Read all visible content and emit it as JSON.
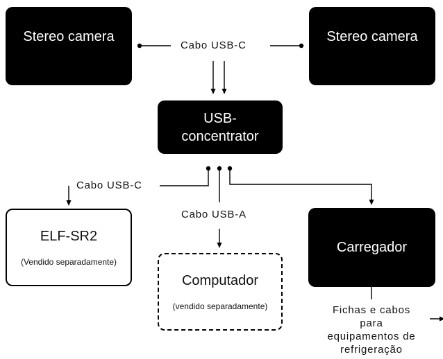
{
  "nodes": {
    "stereo_left": "Stereo camera",
    "stereo_right": "Stereo camera",
    "hub_line1": "USB-",
    "hub_line2": "concentrator",
    "elf_title": "ELF-SR2",
    "elf_sub": "(Vendido separadamente)",
    "computer_title": "Computador",
    "computer_sub": "(vendido separadamente)",
    "charger": "Carregador"
  },
  "labels": {
    "top_cable": "Cabo USB-C",
    "left_cable": "Cabo USB-C",
    "middle_cable": "Cabo USB-A",
    "charger_line1": "Fichas e cabos",
    "charger_line2": "para",
    "charger_line3": "equipamentos de",
    "charger_line4": "refrigeração"
  }
}
